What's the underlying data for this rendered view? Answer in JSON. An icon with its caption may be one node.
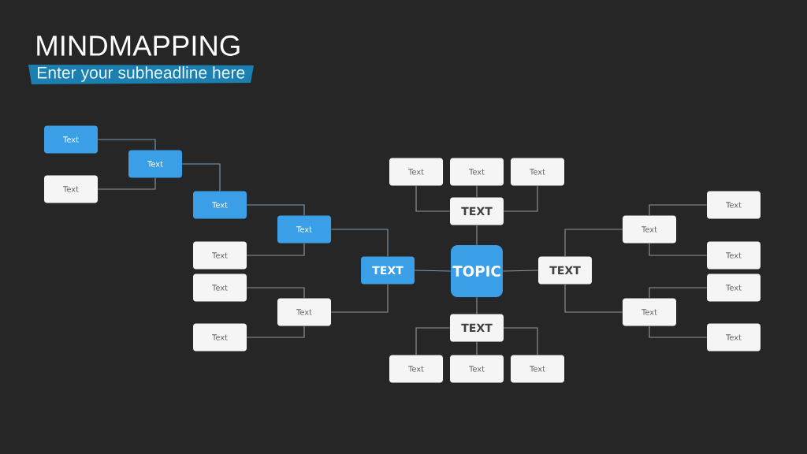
{
  "diagram": {
    "title": "MINDMAPPING",
    "nodes": [
      {
        "text": [
          "TOPIC"
        ]
      },
      {
        "text": [
          "TEXT"
        ]
      },
      {
        "text": [
          "Text"
        ]
      },
      {
        "text": [
          "Text"
        ]
      },
      {
        "text": [
          "Text"
        ]
      },
      {
        "text": [
          "TEXT"
        ]
      },
      {
        "text": [
          "Text"
        ]
      },
      {
        "text": [
          "Text"
        ]
      },
      {
        "text": [
          "Text"
        ]
      },
      {
        "text": [
          "TEXT"
        ]
      },
      {
        "text": [
          "Text"
        ]
      },
      {
        "text": [
          "Text"
        ]
      },
      {
        "text": [
          "Text"
        ]
      },
      {
        "text": [
          "Text"
        ]
      },
      {
        "text": [
          "Text"
        ]
      },
      {
        "text": [
          "Text"
        ]
      },
      {
        "text": [
          "TEXT"
        ]
      },
      {
        "text": [
          "Text"
        ]
      },
      {
        "text": [
          "Text"
        ]
      },
      {
        "text": [
          "Text"
        ]
      },
      {
        "text": [
          "Text"
        ]
      },
      {
        "text": [
          "Text"
        ]
      },
      {
        "text": [
          "Text"
        ]
      },
      {
        "text": [
          "Text"
        ]
      },
      {
        "text": [
          "Text"
        ]
      },
      {
        "text": [
          "Text"
        ]
      }
    ],
    "edges": [
      {
        "from": 0,
        "to": 1,
        "arrow": "none"
      },
      {
        "from": 1,
        "to": 2,
        "arrow": "none"
      },
      {
        "from": 1,
        "to": 3,
        "arrow": "none"
      },
      {
        "from": 1,
        "to": 4,
        "arrow": "none"
      },
      {
        "from": 0,
        "to": 5,
        "arrow": "none"
      },
      {
        "from": 5,
        "to": 6,
        "arrow": "none"
      },
      {
        "from": 5,
        "to": 7,
        "arrow": "none"
      },
      {
        "from": 5,
        "to": 8,
        "arrow": "none"
      },
      {
        "from": 0,
        "to": 9,
        "arrow": "none"
      },
      {
        "from": 9,
        "to": 10,
        "arrow": "none"
      },
      {
        "from": 9,
        "to": 13,
        "arrow": "none"
      },
      {
        "from": 10,
        "to": 11,
        "arrow": "none"
      },
      {
        "from": 10,
        "to": 12,
        "arrow": "none"
      },
      {
        "from": 13,
        "to": 14,
        "arrow": "none"
      },
      {
        "from": 13,
        "to": 15,
        "arrow": "none"
      },
      {
        "from": 0,
        "to": 16,
        "arrow": "none",
        "color": "#7f9bb5"
      },
      {
        "from": 16,
        "to": 17,
        "arrow": "none",
        "color": "#7f9bb5"
      },
      {
        "from": 16,
        "to": 23,
        "arrow": "none"
      },
      {
        "from": 17,
        "to": 18,
        "arrow": "none",
        "color": "#7f9bb5"
      },
      {
        "from": 17,
        "to": 22,
        "arrow": "none"
      },
      {
        "from": 18,
        "to": 19,
        "arrow": "none",
        "color": "#7f9bb5"
      },
      {
        "from": 19,
        "to": 20,
        "arrow": "none",
        "color": "#7f9bb5"
      },
      {
        "from": 19,
        "to": 21,
        "arrow": "none"
      },
      {
        "from": 23,
        "to": 24,
        "arrow": "none"
      },
      {
        "from": 23,
        "to": 25,
        "arrow": "none"
      }
    ],
    "labels": [
      "Enter your subheadline here"
    ]
  }
}
